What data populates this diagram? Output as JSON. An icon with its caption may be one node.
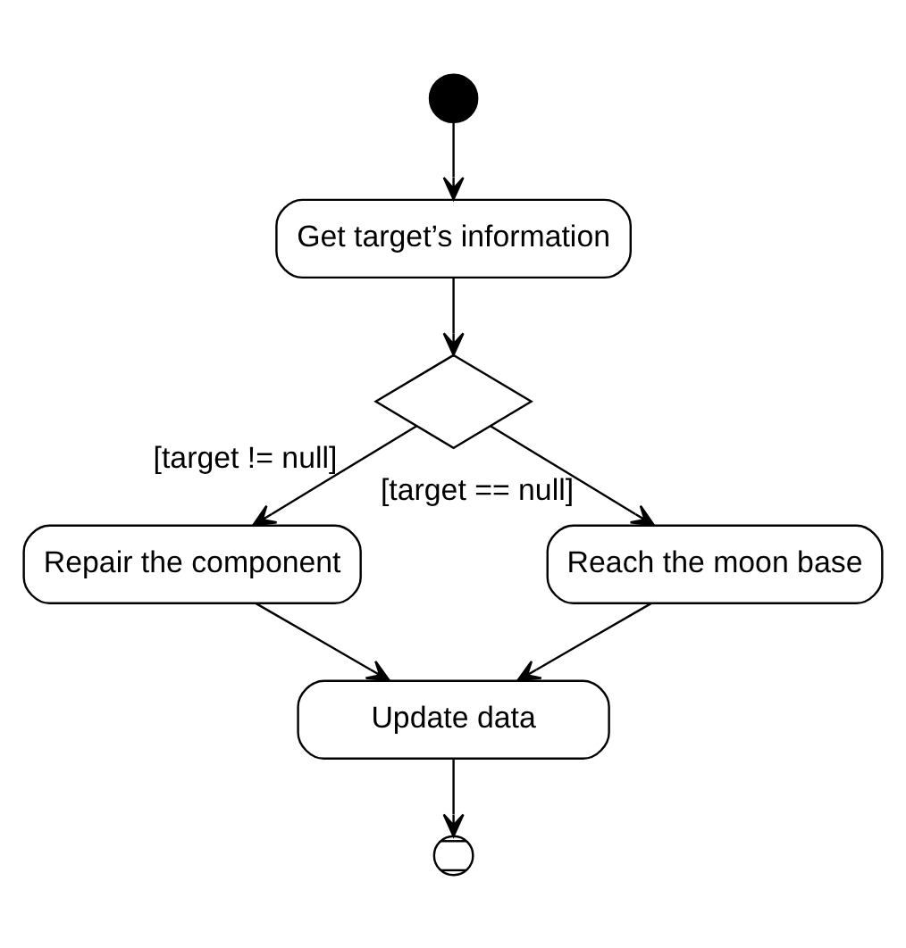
{
  "diagram": {
    "nodes": [
      {
        "text": [],
        "shape": "circle"
      },
      {
        "text": [
          "Get target’s information"
        ]
      },
      {
        "text": [],
        "shape": "diamond"
      },
      {
        "text": [
          "Repair the component"
        ]
      },
      {
        "text": [
          "Reach the moon base"
        ]
      },
      {
        "text": [
          "Update data"
        ]
      },
      {
        "text": [],
        "shape": "circle"
      }
    ],
    "edges": [
      {
        "from": 0,
        "to": 1,
        "arrow": "to"
      },
      {
        "from": 1,
        "to": 2,
        "arrow": "to"
      },
      {
        "from": 2,
        "to": 3,
        "arrow": "to",
        "label": "[target != null]"
      },
      {
        "from": 2,
        "to": 4,
        "arrow": "to",
        "label": "[target == null]"
      },
      {
        "from": 3,
        "to": 5,
        "arrow": "to"
      },
      {
        "from": 4,
        "to": 5,
        "arrow": "to"
      },
      {
        "from": 5,
        "to": 6,
        "arrow": "to"
      }
    ]
  }
}
